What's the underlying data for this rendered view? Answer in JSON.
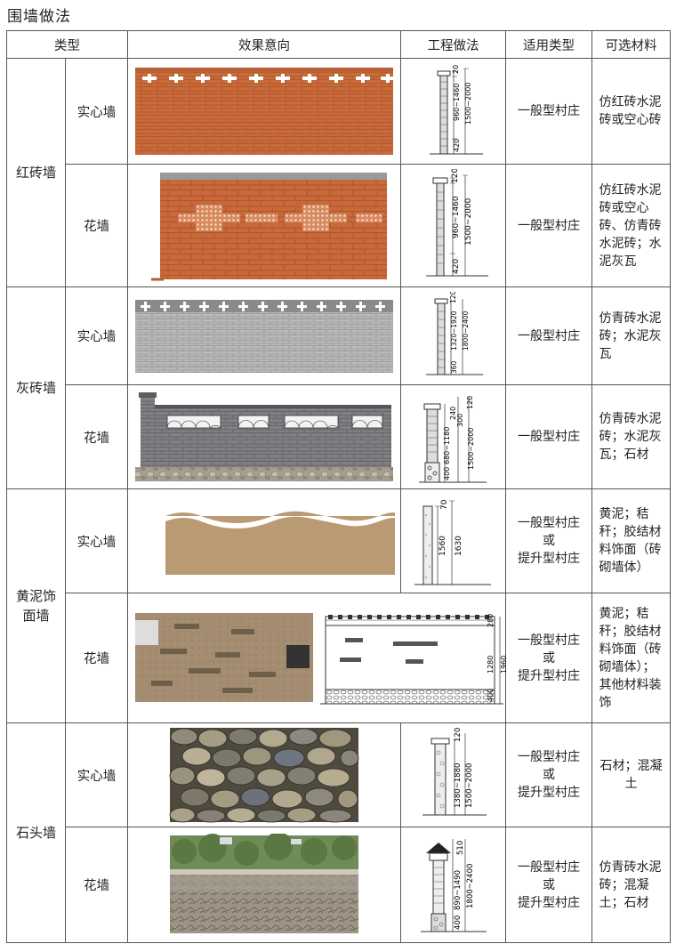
{
  "title": "围墙做法",
  "headers": {
    "type": "类型",
    "effect": "效果意向",
    "engineering": "工程做法",
    "applicable": "适用类型",
    "materials": "可选材料"
  },
  "groups": [
    {
      "name": "红砖墙",
      "rows": [
        {
          "sub": "实心墙",
          "use": "一般型村庄",
          "materials": "仿红砖水泥砖或空心砖",
          "dims": [
            "20",
            "960~1460",
            "1500~2000",
            "420"
          ]
        },
        {
          "sub": "花墙",
          "use": "一般型村庄",
          "materials": "仿红砖水泥砖或空心砖、仿青砖水泥砖；水泥灰瓦",
          "dims": [
            "120",
            "960~1460",
            "1500~2000",
            "420"
          ]
        }
      ]
    },
    {
      "name": "灰砖墙",
      "rows": [
        {
          "sub": "实心墙",
          "use": "一般型村庄",
          "materials": "仿青砖水泥砖；水泥灰瓦",
          "dims": [
            "120",
            "1320~1920",
            "1800~2400",
            "360"
          ]
        },
        {
          "sub": "花墙",
          "use": "一般型村庄",
          "materials": "仿青砖水泥砖；水泥灰瓦；石材",
          "dims": [
            "120",
            "240",
            "300",
            "680~1180",
            "1500~2000",
            "400"
          ]
        }
      ]
    },
    {
      "name": "黄泥饰面墙",
      "rows": [
        {
          "sub": "实心墙",
          "use_lines": [
            "一般型村庄",
            "或",
            "提升型村庄"
          ],
          "materials": "黄泥；秸秆；胶结材料饰面（砖砌墙体）",
          "dims": [
            "70",
            "1560",
            "1630"
          ]
        },
        {
          "sub": "花墙",
          "use_lines": [
            "一般型村庄",
            "或",
            "提升型村庄"
          ],
          "materials": "黄泥；秸秆；胶结材料饰面（砖砌墙体）；其他材料装饰",
          "dims": [
            "280",
            "1280",
            "1960",
            "400"
          ]
        }
      ]
    },
    {
      "name": "石头墙",
      "rows": [
        {
          "sub": "实心墙",
          "use_lines": [
            "一般型村庄",
            "或",
            "提升型村庄"
          ],
          "materials": "石材；混凝土",
          "dims": [
            "120",
            "1380~1880",
            "1500~2000"
          ]
        },
        {
          "sub": "花墙",
          "use_lines": [
            "一般型村庄",
            "或",
            "提升型村庄"
          ],
          "materials": "仿青砖水泥砖；混凝土；石材",
          "dims": [
            "510",
            "890~1490",
            "1800~2400",
            "400"
          ]
        }
      ]
    }
  ],
  "colors": {
    "red_brick": "#c8693a",
    "grey_brick": "#8e8e8e",
    "mud": "#b99a73",
    "stone": "#6f6a5c"
  }
}
